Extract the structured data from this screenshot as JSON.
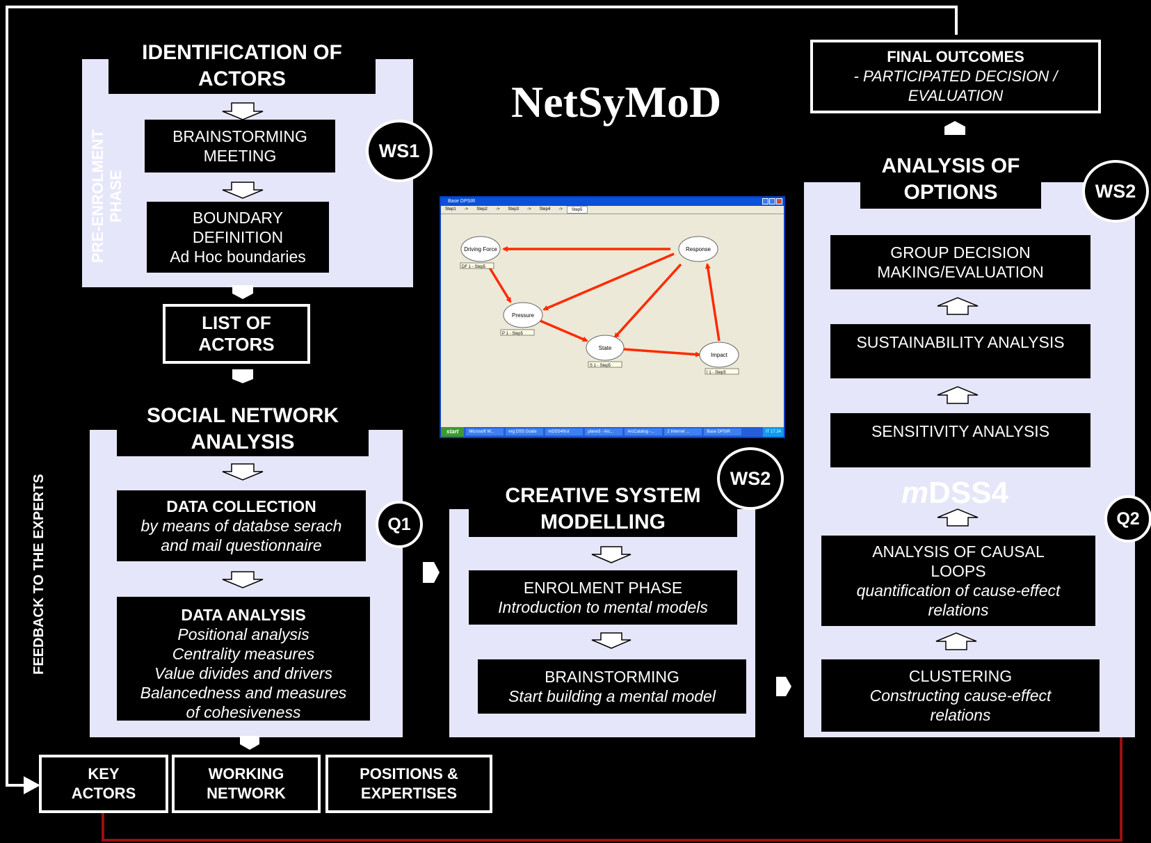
{
  "title": "NetSyMoD",
  "feedback_label": "FEEDBACK TO THE EXPERTS",
  "final_outcomes": {
    "title": "FINAL OUTCOMES",
    "subtitle": "- PARTICIPATED DECISION / EVALUATION"
  },
  "identification": {
    "header": "IDENTIFICATION OF ACTORS",
    "phase_label_1": "PRE-ENROLMENT",
    "phase_label_2": "PHASE",
    "brainstorming": "BRAINSTORMING MEETING",
    "boundary": "BOUNDARY DEFINITION",
    "boundary_sub": "Ad Hoc  boundaries",
    "badge": "WS1"
  },
  "list_of_actors": "LIST OF ACTORS",
  "sna": {
    "header": "SOCIAL NETWORK ANALYSIS",
    "badge": "Q1",
    "data_collection": {
      "title": "DATA COLLECTION",
      "sub": "by  means of databse serach and mail questionnaire"
    },
    "data_analysis": {
      "title": "DATA ANALYSIS",
      "lines": [
        "Positional analysis",
        "Centrality measures",
        "Value divides and drivers",
        "Balancedness and measures of cohesiveness"
      ]
    }
  },
  "outputs": [
    "KEY ACTORS",
    "WORKING NETWORK",
    "POSITIONS & EXPERTISES"
  ],
  "csm": {
    "header": "CREATIVE SYSTEM MODELLING",
    "badge": "WS2",
    "enrolment": {
      "title": "ENROLMENT PHASE",
      "sub": "Introduction to mental models"
    },
    "brainstorming": {
      "title": "BRAINSTORMING",
      "sub": "Start building a mental model"
    }
  },
  "options": {
    "header": "ANALYSIS OF OPTIONS",
    "badge": "WS2",
    "badge_q2": "Q2",
    "group_decision": "GROUP DECISION MAKING/EVALUATION",
    "sustainability": "SUSTAINABILITY ANALYSIS",
    "sensitivity": "SENSITIVITY ANALYSIS",
    "mdss_m": "m",
    "mdss_rest": "DSS4",
    "causal": {
      "title": "ANALYSIS OF CAUSAL LOOPS",
      "sub": "quantification of cause-effect relations"
    },
    "clustering": {
      "title": "CLUSTERING",
      "sub": "Constructing cause-effect relations"
    }
  },
  "screenshot": {
    "window_title": "Base DPSIR",
    "tabs": [
      "Step1",
      "->",
      "Step2",
      "->",
      "Step3",
      "->",
      "Step4",
      "->",
      "Step5"
    ],
    "nodes": {
      "driving_force": "Driving Force",
      "response": "Response",
      "pressure": "Pressure",
      "state": "State",
      "impact": "Impact"
    },
    "tags": {
      "driving_force": "DF 1 - Step5",
      "pressure": "P 1 - Step5",
      "state": "S 1 - Step5",
      "impact": "I 1 - Step5"
    },
    "taskbar": {
      "start": "start",
      "items": [
        "Microsoft W...",
        "erg DSS Guide",
        "mDSS4first",
        "plane3 - Arc...",
        "ArcCatalog -...",
        "2 Internet ...",
        "Base DPSIR"
      ],
      "tray": "IT  17.24"
    }
  },
  "colors": {
    "panel": "#e6e6fa",
    "feedback_line": "#9b0f0f",
    "arrow_red": "#ff2a00"
  }
}
